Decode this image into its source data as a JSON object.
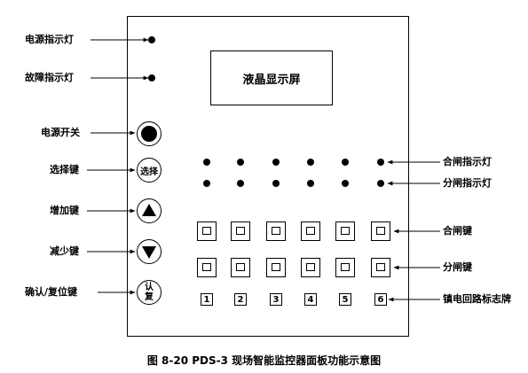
{
  "left_labels": {
    "power_indicator": "电源指示灯",
    "fault_indicator": "故障指示灯",
    "power_switch": "电源开关",
    "select_key": "选择键",
    "increase_key": "增加键",
    "decrease_key": "减少键",
    "confirm_reset_key": "确认/复位键"
  },
  "right_labels": {
    "close_indicator": "合闸指示灯",
    "open_indicator": "分闸指示灯",
    "close_key": "合闸键",
    "open_key": "分闸键",
    "loop_sign": "镇电回路标志牌"
  },
  "lcd_label": "液晶显示屏",
  "select_button_text": "选择",
  "confirm_button_text": "认\n复",
  "loop_numbers": [
    "1",
    "2",
    "3",
    "4",
    "5",
    "6"
  ],
  "caption": "图 8-20    PDS-3 现场智能监控器面板功能示意图"
}
